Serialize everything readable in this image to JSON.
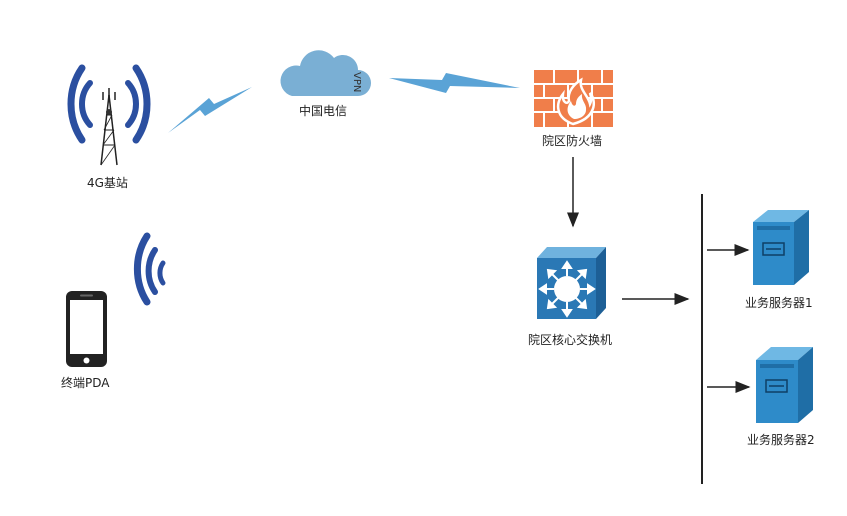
{
  "nodes": {
    "base_station": {
      "label": "4G基站"
    },
    "telecom": {
      "label": "中国电信"
    },
    "firewall": {
      "label": "院区防火墙"
    },
    "core_switch": {
      "label": "院区核心交换机"
    },
    "server1": {
      "label": "业务服务器1"
    },
    "server2": {
      "label": "业务服务器2"
    },
    "pda": {
      "label": "终端PDA"
    }
  },
  "links": {
    "vpn_label": "VPN"
  },
  "colors": {
    "signal_blue": "#2B4FA0",
    "lightning": "#5AA3D6",
    "cloud": "#7AAFD4",
    "firewall_brick": "#F07E4A",
    "switch_blue": "#2A78B5",
    "server_blue": "#2E8BC9",
    "line": "#222222"
  },
  "icons": {
    "base_station": "antenna-tower-icon",
    "telecom": "cloud-icon",
    "firewall": "firewall-icon",
    "core_switch": "switch-icon",
    "server": "server-icon",
    "pda": "smartphone-icon"
  }
}
